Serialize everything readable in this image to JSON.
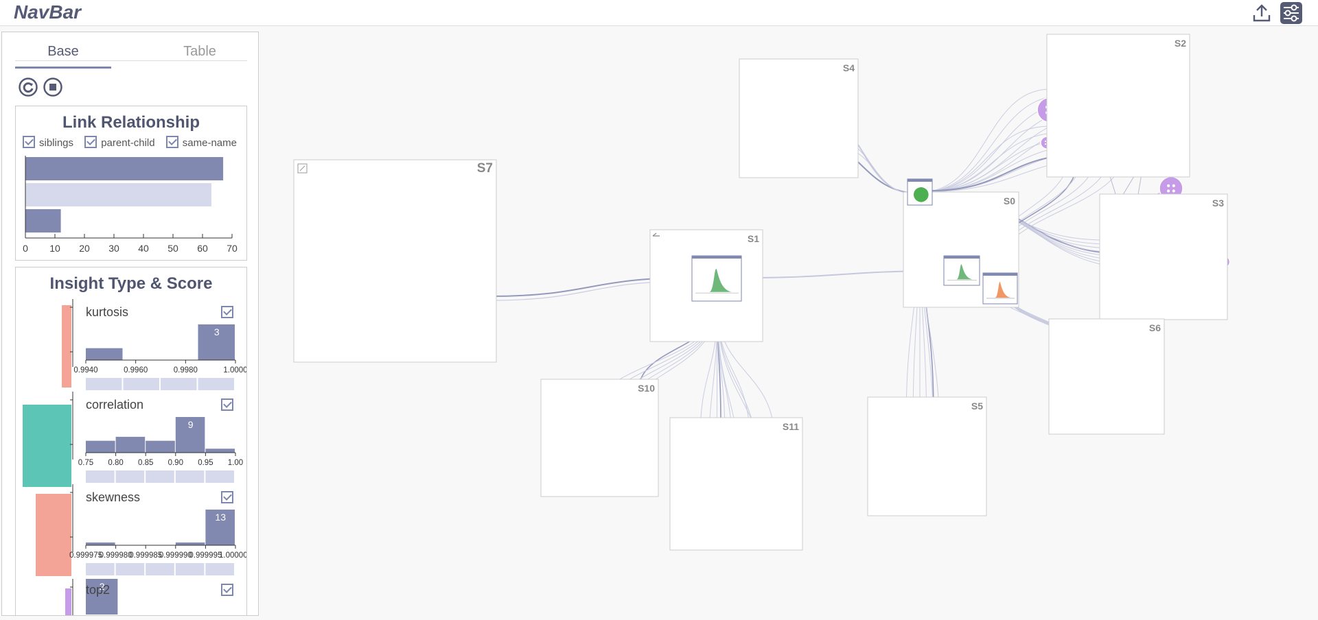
{
  "navbar": {
    "title": "NavBar",
    "upload_icon": "upload-icon",
    "settings_icon": "sliders-icon"
  },
  "sidebar": {
    "tabs": [
      {
        "label": "Base",
        "active": true
      },
      {
        "label": "Table",
        "active": false
      }
    ],
    "controls": {
      "refresh_icon": "refresh-icon",
      "stop_icon": "stop-icon"
    },
    "link_relationship": {
      "title": "Link Relationship",
      "options": [
        {
          "label": "siblings",
          "checked": true
        },
        {
          "label": "parent-child",
          "checked": true
        },
        {
          "label": "same-name",
          "checked": true
        }
      ],
      "bars": [
        {
          "value": 67,
          "color": "#8289b0"
        },
        {
          "value": 63,
          "color": "#d6d9ec"
        },
        {
          "value": 12,
          "color": "#8289b0"
        }
      ],
      "axis": [
        "0",
        "10",
        "20",
        "30",
        "40",
        "50",
        "60",
        "70"
      ],
      "axis_max": 70
    },
    "insight": {
      "title": "Insight Type & Score",
      "types": [
        {
          "label": "kurtosis",
          "checked": true,
          "color": "#f3a497",
          "hist": [
            1,
            0,
            0,
            3
          ],
          "hist_label": "3",
          "ticks": [
            "0.9940",
            "0.9960",
            "0.9980",
            "1.0000"
          ]
        },
        {
          "label": "correlation",
          "checked": true,
          "color": "#5cc5b6",
          "hist": [
            3,
            4,
            3,
            9,
            1
          ],
          "hist_label": "9",
          "ticks": [
            "0.75",
            "0.80",
            "0.85",
            "0.90",
            "0.95",
            "1.00"
          ]
        },
        {
          "label": "skewness",
          "checked": true,
          "color": "#f3a497",
          "hist": [
            1,
            0,
            0,
            1,
            13
          ],
          "hist_label": "13",
          "ticks": [
            "0.999975",
            "0.999980",
            "0.999985",
            "0.999990",
            "0.999995",
            "1.000000"
          ]
        },
        {
          "label": "top2",
          "checked": true,
          "color": "#c69be8",
          "hist": [
            2
          ],
          "hist_label": "2",
          "ticks": []
        }
      ]
    }
  },
  "graph": {
    "colors": {
      "link": "#8a8fb5",
      "link_light": "#c5c8de",
      "salmon": "#f3a497",
      "purple": "#c69be8",
      "teal": "#5cc5b6"
    },
    "subspaces": [
      {
        "label": "S7"
      },
      {
        "label": "S1"
      },
      {
        "label": "S4"
      },
      {
        "label": "S0"
      },
      {
        "label": "S2"
      },
      {
        "label": "S3"
      },
      {
        "label": "S6"
      },
      {
        "label": "S10"
      },
      {
        "label": "S11"
      },
      {
        "label": "S5"
      }
    ]
  }
}
